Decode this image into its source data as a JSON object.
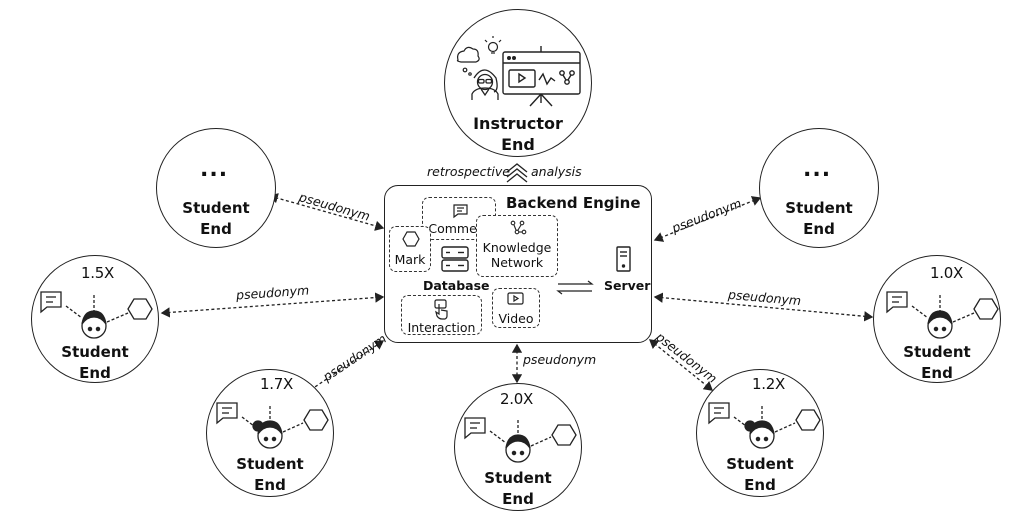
{
  "instructor": {
    "line1": "Instructor",
    "line2": "End"
  },
  "retro": {
    "left": "retrospective",
    "right": "analysis"
  },
  "backend": {
    "title": "Backend Engine",
    "comment": "Comment",
    "mark": "Mark",
    "knowledge_line1": "Knowledge",
    "knowledge_line2": "Network",
    "database": "Database",
    "server": "Server",
    "interaction": "Interaction",
    "video": "Video"
  },
  "students": [
    {
      "id": "top-left",
      "speed": "...",
      "line1": "Student",
      "line2": "End"
    },
    {
      "id": "top-right",
      "speed": "...",
      "line1": "Student",
      "line2": "End"
    },
    {
      "id": "mid-left",
      "speed": "1.5X",
      "line1": "Student",
      "line2": "End"
    },
    {
      "id": "mid-right",
      "speed": "1.0X",
      "line1": "Student",
      "line2": "End"
    },
    {
      "id": "low-left",
      "speed": "1.7X",
      "line1": "Student",
      "line2": "End"
    },
    {
      "id": "bottom",
      "speed": "2.0X",
      "line1": "Student",
      "line2": "End"
    },
    {
      "id": "low-right",
      "speed": "1.2X",
      "line1": "Student",
      "line2": "End"
    }
  ],
  "edge_label": "pseudonym"
}
